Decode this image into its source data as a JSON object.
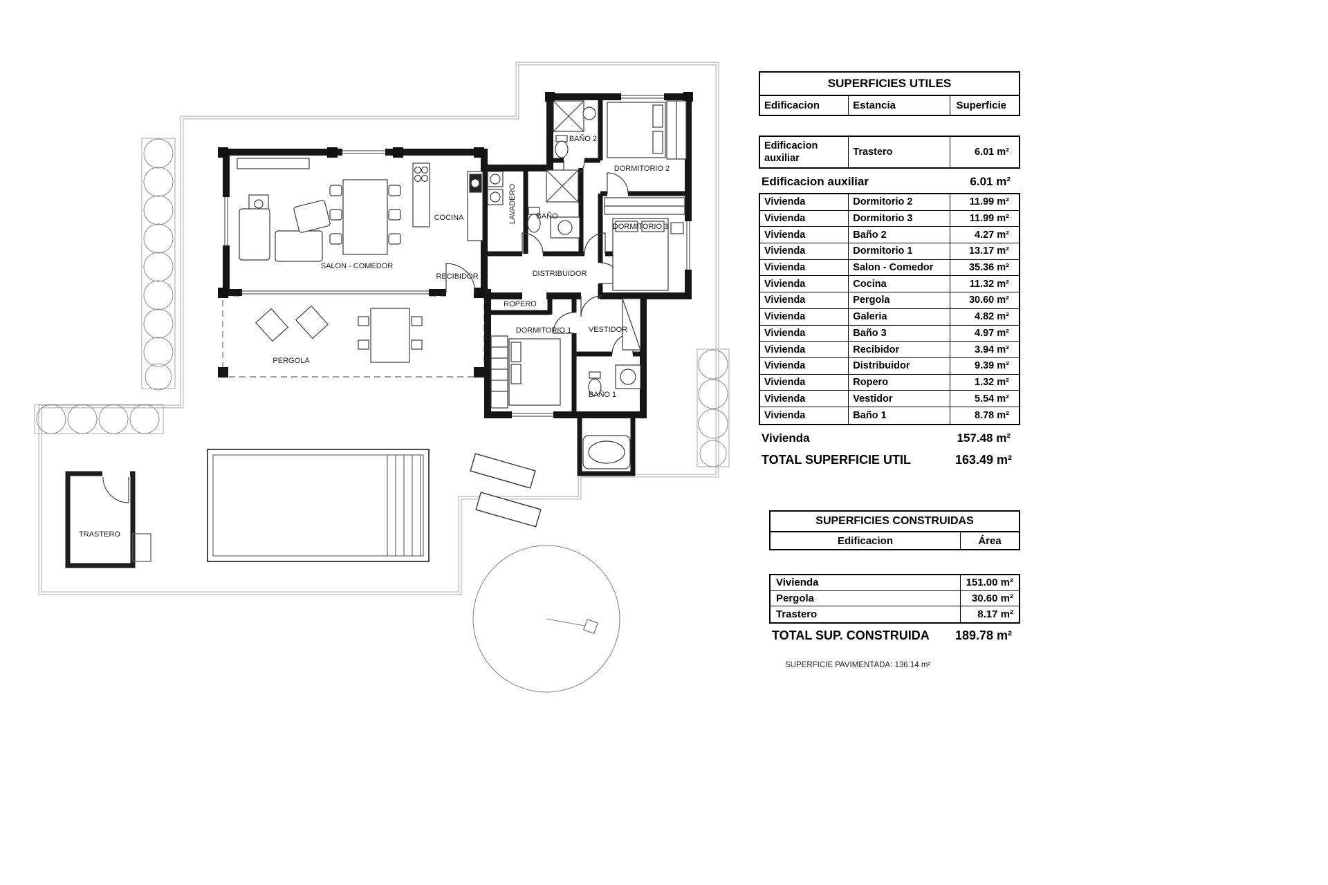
{
  "plan": {
    "rooms": {
      "bano2": "BAÑO 2",
      "dormitorio2": "DORMITORIO 2",
      "lavadero": "LAVADERO",
      "bano": "BAÑO",
      "dormitorio3": "DORMITORIO 3",
      "cocina": "COCINA",
      "salon": "SALON - COMEDOR",
      "recibidor": "RECIBIDOR",
      "distribuidor": "DISTRIBUIDOR",
      "ropero": "ROPERO",
      "dormitorio1": "DORMITORIO 1",
      "vestidor": "VESTIDOR",
      "bano1": "BAÑO 1",
      "pergola": "PERGOLA",
      "trastero": "TRASTERO"
    }
  },
  "superficies_utiles": {
    "title": "SUPERFICIES UTILES",
    "headers": {
      "edificacion": "Edificacion",
      "estancia": "Estancia",
      "superficie": "Superficie"
    },
    "aux_row": {
      "edificacion": "Edificacion auxiliar",
      "estancia": "Trastero",
      "superficie": "6.01 m²"
    },
    "aux_subtotal": {
      "label": "Edificacion auxiliar",
      "value": "6.01 m²"
    },
    "vivienda_rows": [
      {
        "edificacion": "Vivienda",
        "estancia": "Dormitorio 2",
        "superficie": "11.99 m²"
      },
      {
        "edificacion": "Vivienda",
        "estancia": "Dormitorio 3",
        "superficie": "11.99 m²"
      },
      {
        "edificacion": "Vivienda",
        "estancia": "Baño 2",
        "superficie": "4.27 m²"
      },
      {
        "edificacion": "Vivienda",
        "estancia": "Dormitorio 1",
        "superficie": "13.17 m²"
      },
      {
        "edificacion": "Vivienda",
        "estancia": "Salon - Comedor",
        "superficie": "35.36 m²"
      },
      {
        "edificacion": "Vivienda",
        "estancia": "Cocina",
        "superficie": "11.32 m²"
      },
      {
        "edificacion": "Vivienda",
        "estancia": "Pergola",
        "superficie": "30.60 m²"
      },
      {
        "edificacion": "Vivienda",
        "estancia": "Galeria",
        "superficie": "4.82 m²"
      },
      {
        "edificacion": "Vivienda",
        "estancia": "Baño 3",
        "superficie": "4.97 m²"
      },
      {
        "edificacion": "Vivienda",
        "estancia": "Recibidor",
        "superficie": "3.94 m²"
      },
      {
        "edificacion": "Vivienda",
        "estancia": "Distribuidor",
        "superficie": "9.39 m²"
      },
      {
        "edificacion": "Vivienda",
        "estancia": "Ropero",
        "superficie": "1.32 m²"
      },
      {
        "edificacion": "Vivienda",
        "estancia": "Vestidor",
        "superficie": "5.54 m²"
      },
      {
        "edificacion": "Vivienda",
        "estancia": "Baño 1",
        "superficie": "8.78 m²"
      }
    ],
    "vivienda_subtotal": {
      "label": "Vivienda",
      "value": "157.48 m²"
    },
    "total": {
      "label": "TOTAL SUPERFICIE UTIL",
      "value": "163.49 m²"
    }
  },
  "superficies_construidas": {
    "title": "SUPERFICIES CONSTRUIDAS",
    "headers": {
      "edificacion": "Edificacion",
      "area": "Área"
    },
    "rows": [
      {
        "edificacion": "Vivienda",
        "area": "151.00 m²"
      },
      {
        "edificacion": "Pergola",
        "area": "30.60 m²"
      },
      {
        "edificacion": "Trastero",
        "area": "8.17 m²"
      }
    ],
    "total": {
      "label": "TOTAL SUP. CONSTRUIDA",
      "value": "189.78 m²"
    }
  },
  "footer": {
    "pavimentada": "SUPERFICIE PAVIMENTADA: 136.14 m²"
  }
}
